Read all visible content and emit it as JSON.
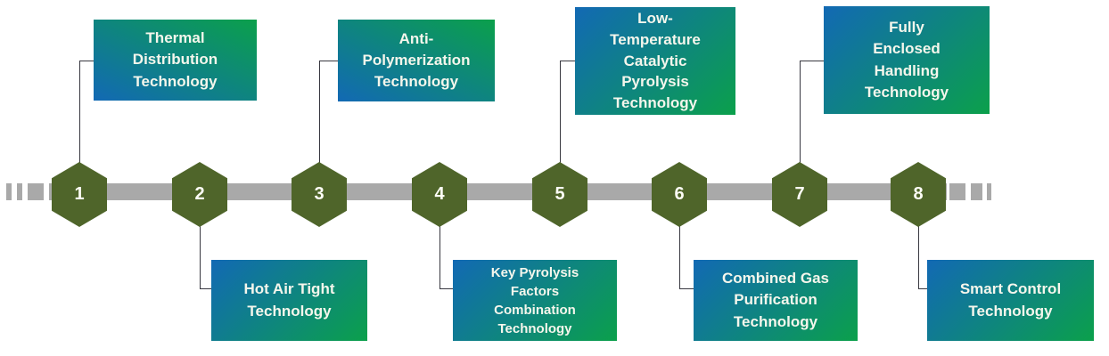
{
  "diagram": {
    "type": "timeline-roadmap",
    "items": [
      {
        "number": "1",
        "label": "Thermal\nDistribution\nTechnology",
        "box_position": "above"
      },
      {
        "number": "2",
        "label": "Hot Air Tight\nTechnology",
        "box_position": "below"
      },
      {
        "number": "3",
        "label": "Anti-\nPolymerization\nTechnology",
        "box_position": "above"
      },
      {
        "number": "4",
        "label": "Key Pyrolysis\nFactors\nCombination\nTechnology",
        "box_position": "below"
      },
      {
        "number": "5",
        "label": "Low-\nTemperature\nCatalytic\nPyrolysis\nTechnology",
        "box_position": "above"
      },
      {
        "number": "6",
        "label": "Combined Gas\nPurification\nTechnology",
        "box_position": "below"
      },
      {
        "number": "7",
        "label": "Fully\nEnclosed\nHandling\nTechnology",
        "box_position": "above"
      },
      {
        "number": "8",
        "label": "Smart Control\nTechnology",
        "box_position": "below"
      }
    ],
    "colors": {
      "box_gradient_blue": "#1269b4",
      "box_gradient_green": "#0ba04b",
      "hexagon_olive": "#4f652a",
      "timeline_gray": "#a9a9a9",
      "connector_dark": "#383840",
      "label_text": "#f5f6ec"
    }
  }
}
